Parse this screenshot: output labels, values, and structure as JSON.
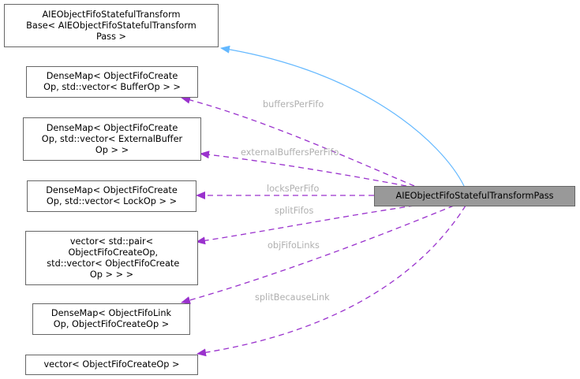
{
  "diagram": {
    "main_node": {
      "label": "AIEObjectFifoStatefulTransformPass"
    },
    "nodes": [
      {
        "id": "base",
        "label": "AIEObjectFifoStatefulTransform\nBase< AIEObjectFifoStatefulTransform\nPass >"
      },
      {
        "id": "buffers",
        "label": "DenseMap< ObjectFifoCreate\nOp, std::vector< BufferOp > >"
      },
      {
        "id": "extbuffers",
        "label": "DenseMap< ObjectFifoCreate\nOp, std::vector< ExternalBuffer\nOp > >"
      },
      {
        "id": "locks",
        "label": "DenseMap< ObjectFifoCreate\nOp, std::vector< LockOp > >"
      },
      {
        "id": "splitfifos",
        "label": "vector< std::pair<\n ObjectFifoCreateOp,\n std::vector< ObjectFifoCreate\nOp > > >"
      },
      {
        "id": "links",
        "label": "DenseMap< ObjectFifoLink\nOp, ObjectFifoCreateOp >"
      },
      {
        "id": "splitlink",
        "label": "vector< ObjectFifoCreateOp >"
      }
    ],
    "edges": [
      {
        "from": "main",
        "to": "base",
        "type": "inheritance",
        "label": ""
      },
      {
        "from": "main",
        "to": "buffers",
        "type": "usage",
        "label": "buffersPerFifo"
      },
      {
        "from": "main",
        "to": "extbuffers",
        "type": "usage",
        "label": "externalBuffersPerFifo"
      },
      {
        "from": "main",
        "to": "locks",
        "type": "usage",
        "label": "locksPerFifo"
      },
      {
        "from": "main",
        "to": "splitfifos",
        "type": "usage",
        "label": "splitFifos"
      },
      {
        "from": "main",
        "to": "links",
        "type": "usage",
        "label": "objFifoLinks"
      },
      {
        "from": "main",
        "to": "splitlink",
        "type": "usage",
        "label": "splitBecauseLink"
      }
    ],
    "colors": {
      "inheritance_edge": "#63b8ff",
      "usage_edge": "#9a32cd",
      "edge_label": "#b0b0b0",
      "main_fill": "#999999",
      "node_border": "#666666"
    }
  }
}
